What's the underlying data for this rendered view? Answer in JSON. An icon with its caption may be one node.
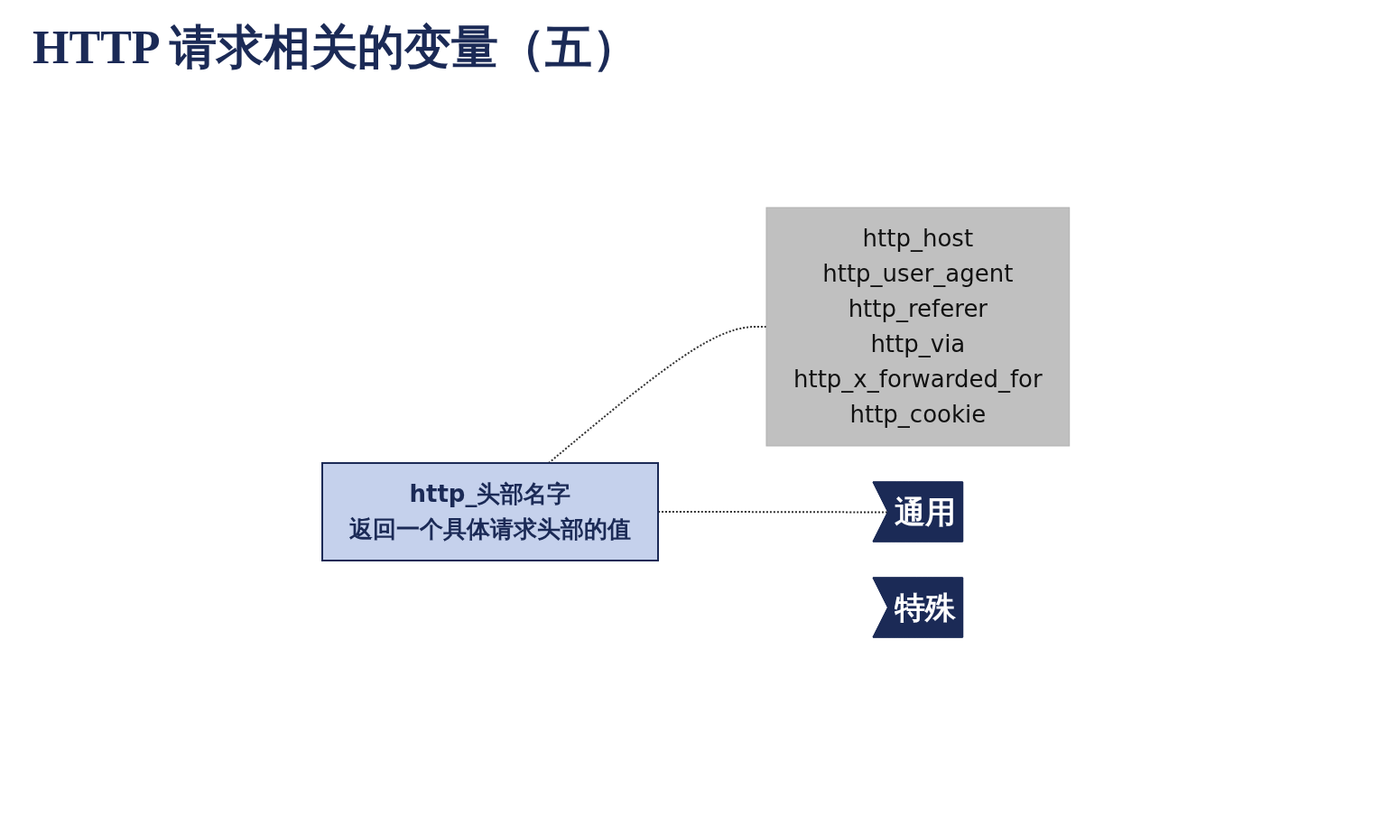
{
  "diagram": {
    "title": "HTTP 请求相关的变量（五）",
    "nodes": [
      {
        "text": [
          "http_头部名字",
          "返回一个具体请求头部的值"
        ]
      },
      {
        "text": [
          "特殊"
        ]
      },
      {
        "text": [
          "http_host",
          "http_user_agent",
          "http_referer",
          "http_via",
          "http_x_forwarded_for",
          "http_cookie"
        ]
      },
      {
        "text": [
          "通用"
        ]
      }
    ],
    "edges": [
      {
        "from": 0,
        "to": 2,
        "arrow": "none",
        "style": "dashed"
      },
      {
        "from": 0,
        "to": 3,
        "arrow": "none",
        "style": "dashed"
      }
    ]
  }
}
